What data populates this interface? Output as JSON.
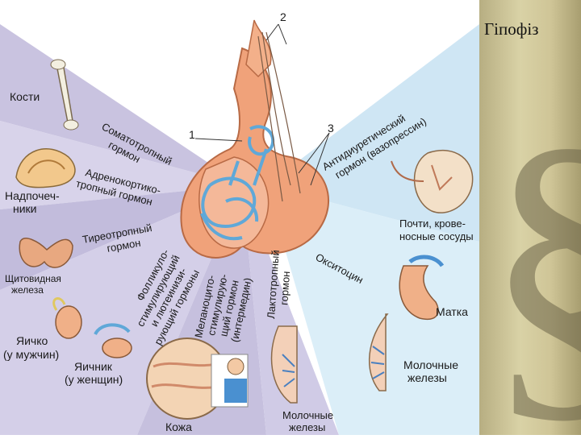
{
  "slide": {
    "title": "Гіпофіз",
    "accent": "#e88a5a",
    "vessel_color": "#5fa8d8"
  },
  "callouts": [
    "1",
    "2",
    "3"
  ],
  "hormones": {
    "somatotropic": [
      "Соматотропный",
      "гормон"
    ],
    "acth": [
      "Адренокортико-",
      "тропный гормон"
    ],
    "tsh": [
      "Тиреотропный",
      "гормон"
    ],
    "fsh_lh": [
      "Фолликуло-",
      "стимулирующий",
      "и лютеинизи-",
      "рующий гормоны"
    ],
    "msh": [
      "Меланоцито-",
      "стимулирую-",
      "щий гормон",
      "(интермедин)"
    ],
    "prolactin": [
      "Лактотропный",
      "гормон"
    ],
    "adh": [
      "Антидиуретический",
      "гормон (вазопрессин)"
    ],
    "oxytocin": [
      "Окситоцин"
    ]
  },
  "targets": {
    "bones": "Кости",
    "adrenals": [
      "Надпочеч-",
      "ники"
    ],
    "thyroid": [
      "Щитовидная",
      "железа"
    ],
    "testis": [
      "Яичко",
      "(у мужчин)"
    ],
    "ovary": [
      "Яичник",
      "(у женщин)"
    ],
    "skin": "Кожа",
    "mammary_bottom": [
      "Молочные",
      "железы"
    ],
    "kidney": [
      "Почти, крове-",
      "носные сосуды"
    ],
    "uterus": "Матка",
    "mammary_right": [
      "Молочные",
      "железы"
    ]
  }
}
